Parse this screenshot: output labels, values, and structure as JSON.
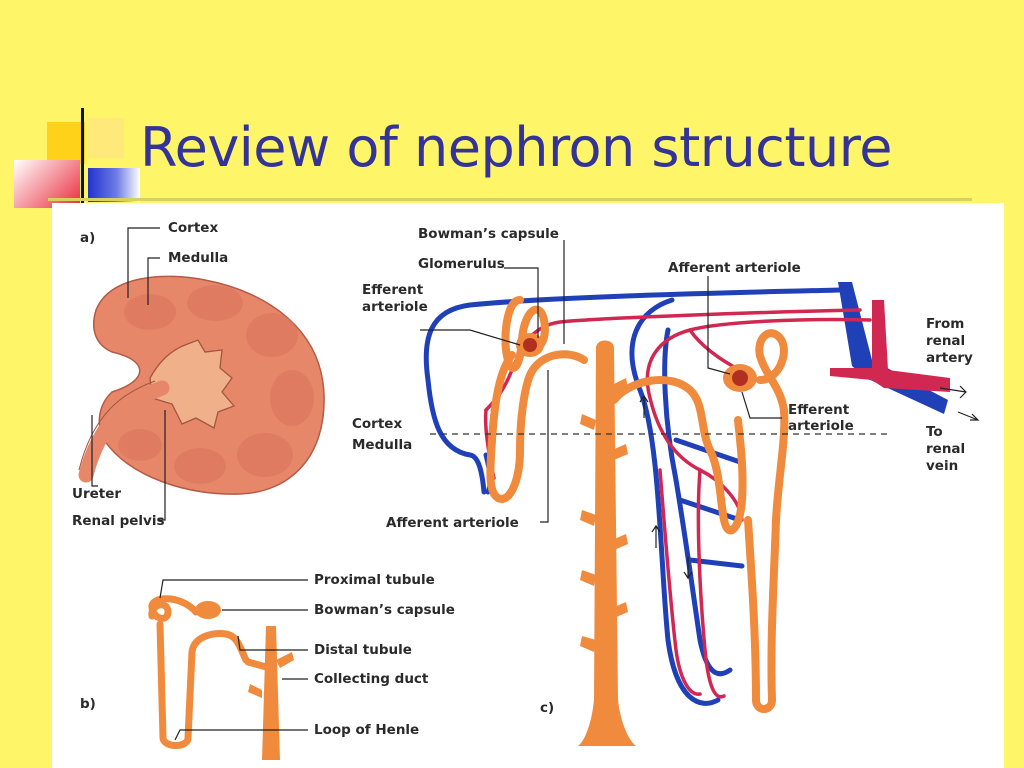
{
  "slide": {
    "title": "Review of nephron structure",
    "colors": {
      "background": "#FFF568",
      "title_text": "#333399",
      "accent_yellow": "#FFD21A",
      "accent_red": "#E82A3A",
      "accent_blue": "#2233CC",
      "rule": "#D8D060"
    }
  },
  "figure": {
    "colors": {
      "tubule": "#F08A3C",
      "vein": "#2040B8",
      "artery": "#D02850",
      "kidney": "#E7876A"
    },
    "panel_a": {
      "tag": "a)",
      "labels": {
        "cortex": "Cortex",
        "medulla": "Medulla",
        "ureter": "Ureter",
        "renal_pelvis": "Renal pelvis"
      }
    },
    "panel_b": {
      "tag": "b)",
      "labels": {
        "proximal_tubule": "Proximal tubule",
        "bowmans_capsule": "Bowman’s capsule",
        "distal_tubule": "Distal tubule",
        "collecting_duct": "Collecting duct",
        "loop_of_henle": "Loop of Henle"
      }
    },
    "panel_c": {
      "tag": "c)",
      "labels": {
        "bowmans_capsule": "Bowman’s capsule",
        "glomerulus": "Glomerulus",
        "efferent_arteriole_1": "Efferent",
        "efferent_arteriole_2": "arteriole",
        "afferent_arteriole_top": "Afferent arteriole",
        "from_renal_artery_1": "From",
        "from_renal_artery_2": "renal",
        "from_renal_artery_3": "artery",
        "efferent_arteriole_right_1": "Efferent",
        "efferent_arteriole_right_2": "arteriole",
        "cortex": "Cortex",
        "medulla": "Medulla",
        "to_renal_vein_1": "To",
        "to_renal_vein_2": "renal",
        "to_renal_vein_3": "vein",
        "afferent_arteriole_bottom": "Afferent arteriole"
      }
    }
  }
}
